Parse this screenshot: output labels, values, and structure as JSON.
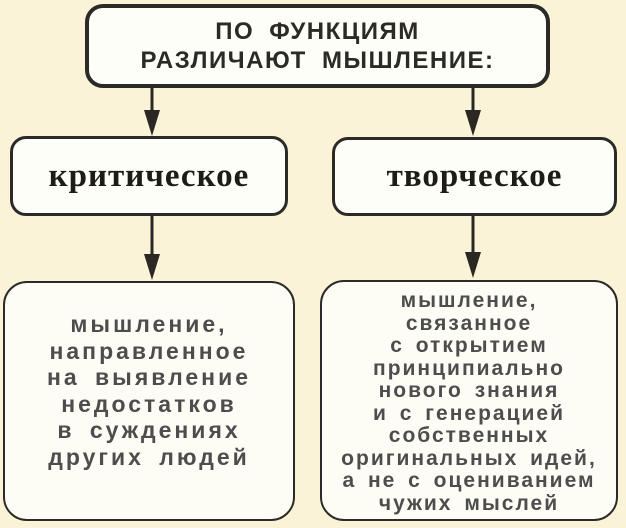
{
  "page": {
    "background_color": "#FBF3D8",
    "box_fill_color": "#FEFEF8",
    "border_color": "#2C2A26",
    "title_text_color": "#2B2A27",
    "branch_text_color": "#1D1C18",
    "description_text_color": "#4D4D4D"
  },
  "header": {
    "title_line1": "ПО ФУНКЦИЯМ",
    "title_line2": "РАЗЛИЧАЮТ МЫШЛЕНИЕ:"
  },
  "branches": {
    "critical": {
      "label": "критическое",
      "description_lines": [
        "мышление,",
        "направленное",
        "на выявление",
        "недостатков",
        "в суждениях",
        "других людей"
      ]
    },
    "creative": {
      "label": "творческое",
      "description_lines": [
        "мышление,",
        "связанное",
        "с открытием",
        "принципиально",
        "нового знания",
        "и с генерацией",
        "собственных",
        "оригинальных идей,",
        "а не с оцениванием",
        "чужих мыслей"
      ]
    }
  }
}
